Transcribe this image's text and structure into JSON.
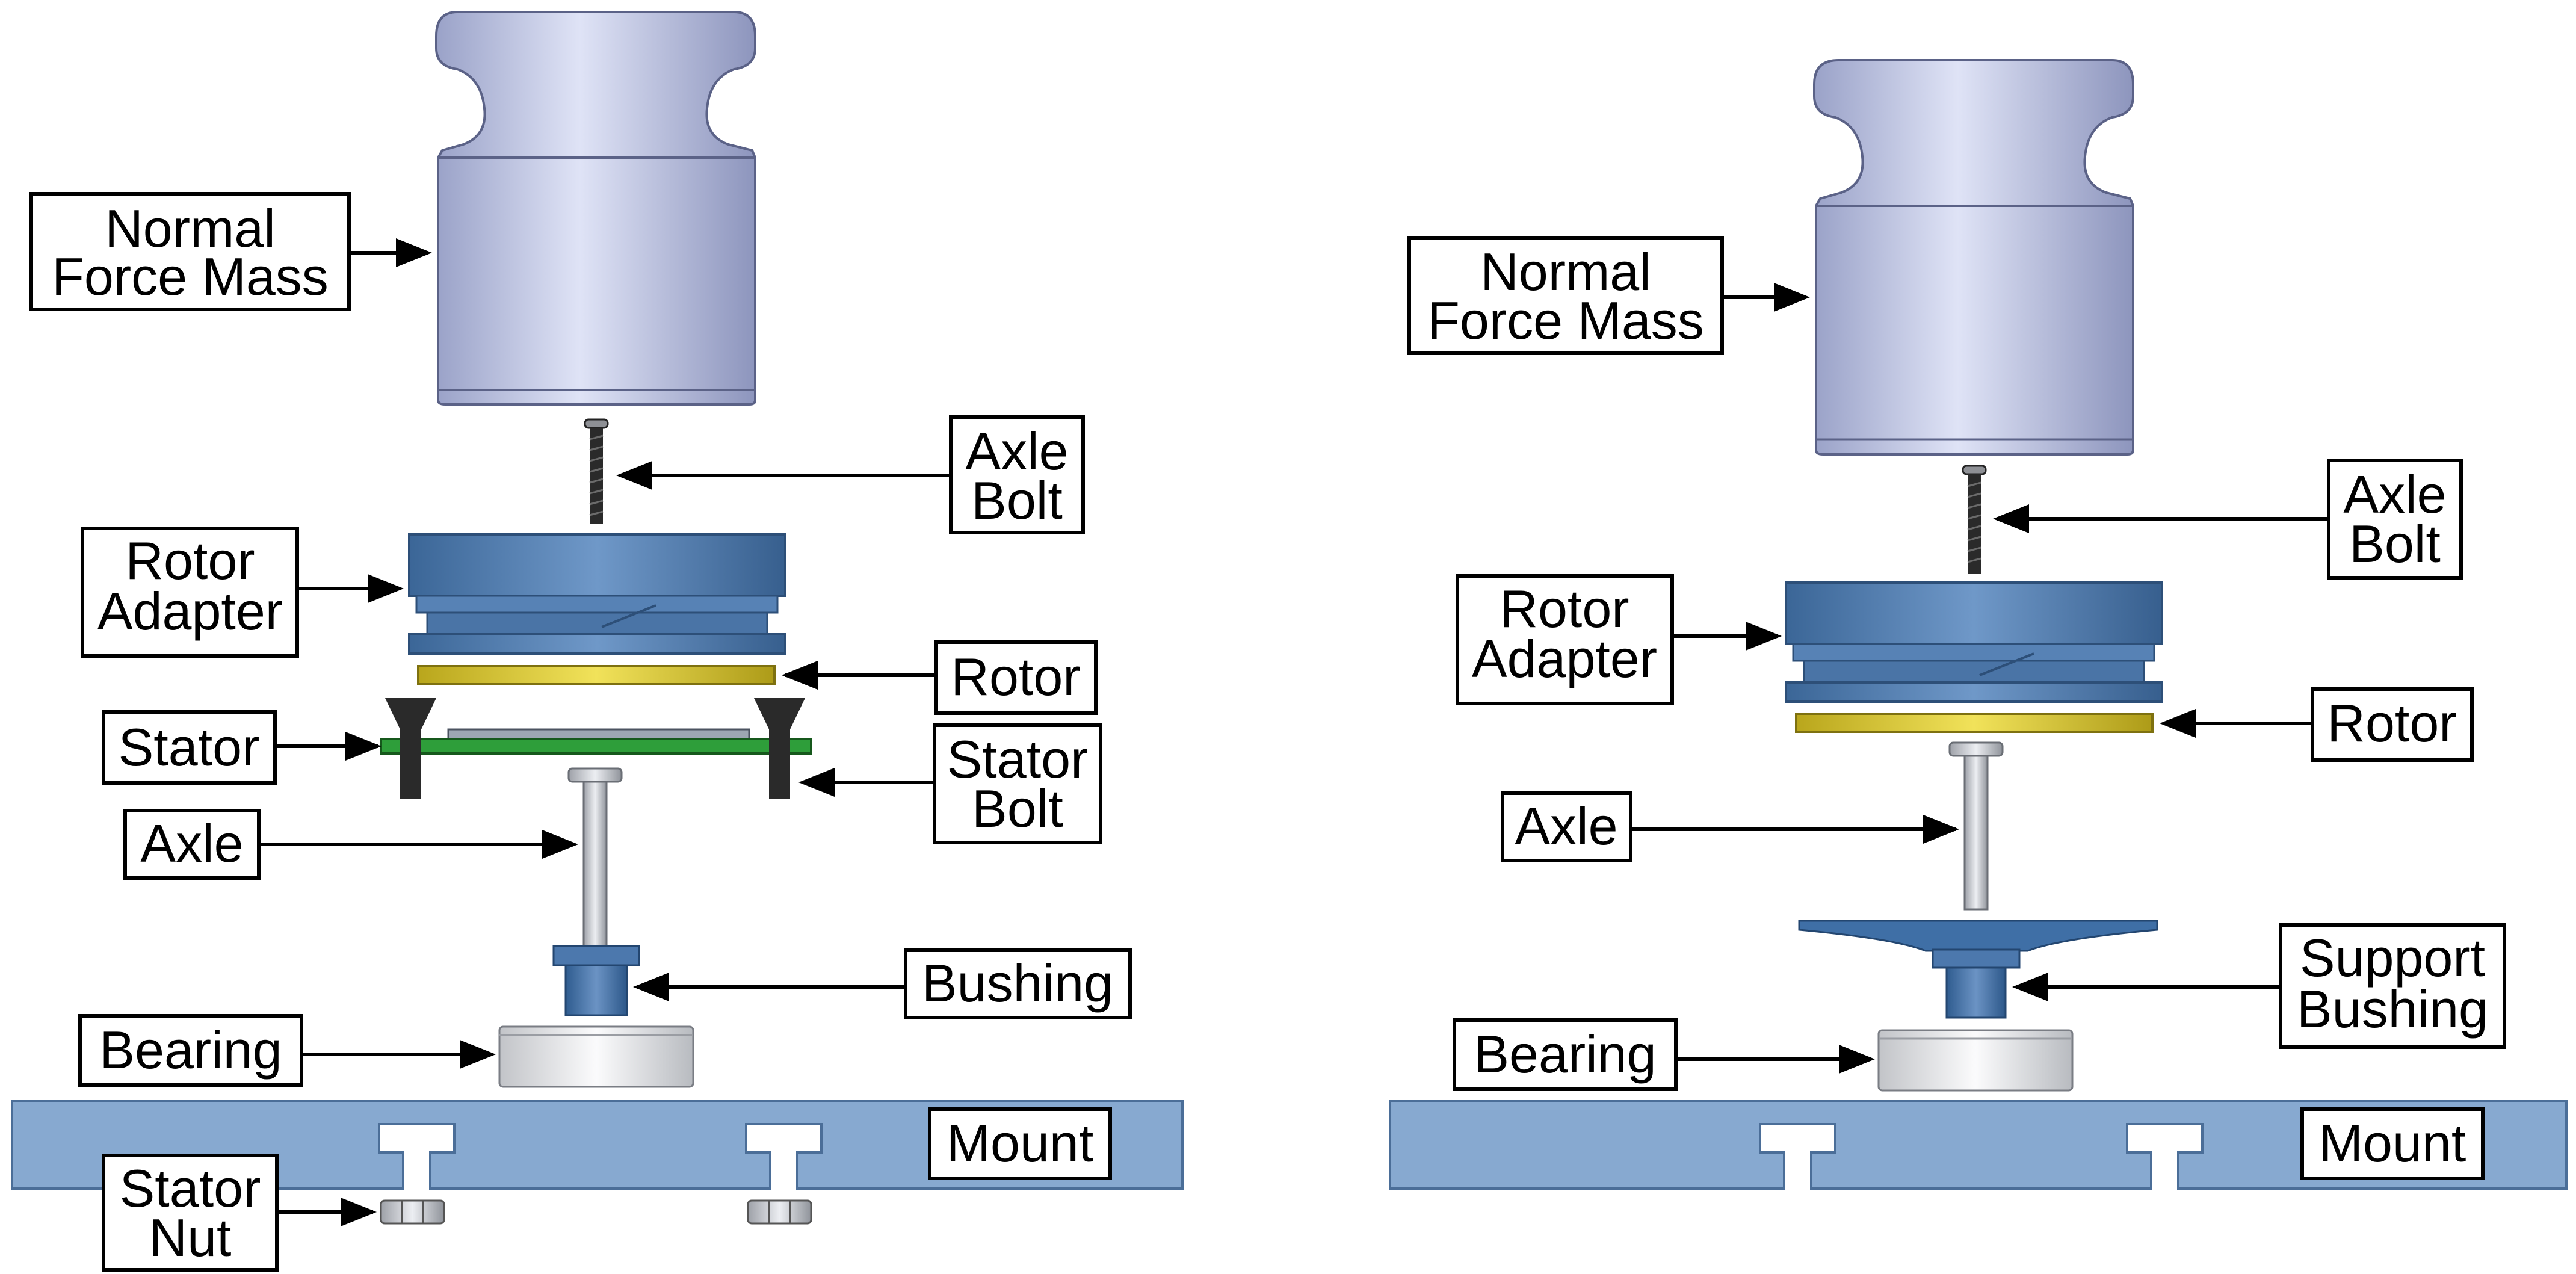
{
  "colors": {
    "mount": "#87a9d0",
    "rotor_adapter": "#4e7db3",
    "rotor": "#d9c62e",
    "stator": "#2e9e3a",
    "steel": "#c9ccd3",
    "mass": "#c5cbe8",
    "bolt": "#2a2a2a",
    "bushing": "#3f6fa6"
  },
  "left_assembly": {
    "labels": {
      "normal_force_mass": [
        "Normal",
        "Force Mass"
      ],
      "axle_bolt": [
        "Axle",
        "Bolt"
      ],
      "rotor_adapter": [
        "Rotor",
        "Adapter"
      ],
      "rotor": "Rotor",
      "stator": "Stator",
      "stator_bolt": [
        "Stator",
        "Bolt"
      ],
      "axle": "Axle",
      "bushing": "Bushing",
      "bearing": "Bearing",
      "mount": "Mount",
      "stator_nut": [
        "Stator",
        "Nut"
      ]
    }
  },
  "right_assembly": {
    "labels": {
      "normal_force_mass": [
        "Normal",
        "Force Mass"
      ],
      "axle_bolt": [
        "Axle",
        "Bolt"
      ],
      "rotor_adapter": [
        "Rotor",
        "Adapter"
      ],
      "rotor": "Rotor",
      "axle": "Axle",
      "support_bushing": [
        "Support",
        "Bushing"
      ],
      "bearing": "Bearing",
      "mount": "Mount"
    }
  }
}
